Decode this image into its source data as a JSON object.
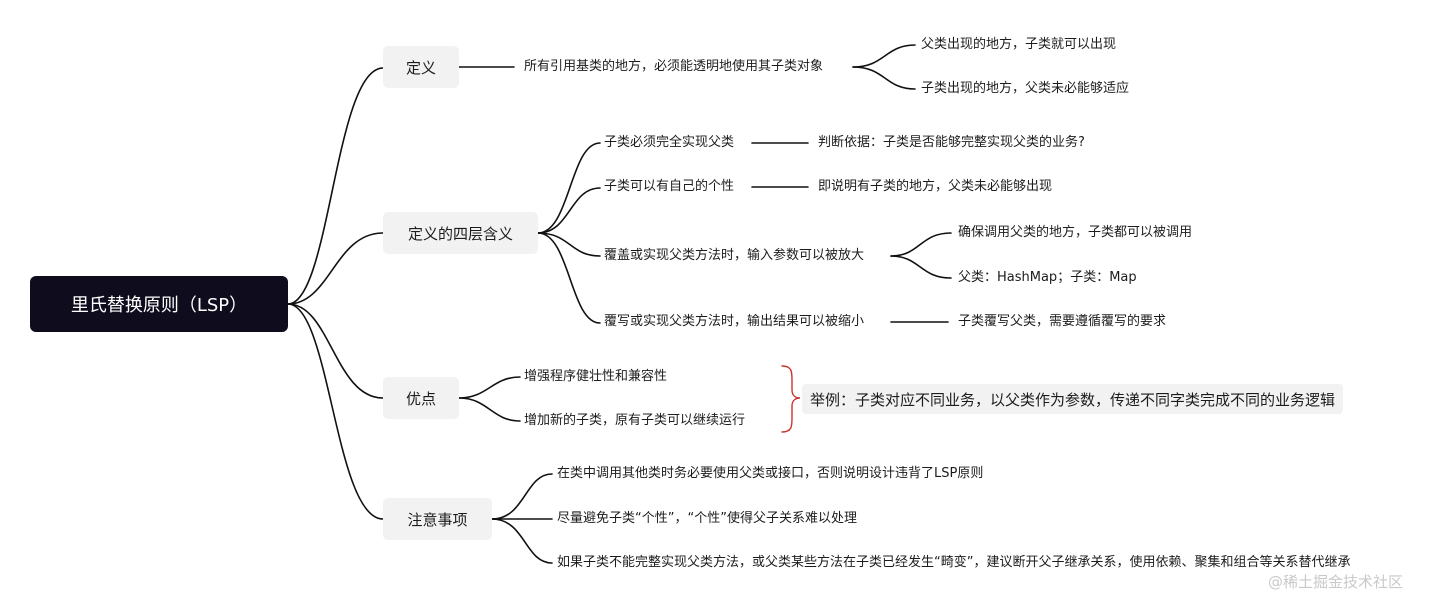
{
  "root": {
    "label": "里氏替换原则（LSP）"
  },
  "topics": {
    "definition": {
      "label": "定义",
      "item": "所有引用基类的地方，必须能透明地使用其子类对象",
      "sub": [
        "父类出现的地方，子类就可以出现",
        "子类出现的地方，父类未必能够适应"
      ]
    },
    "meanings": {
      "label": "定义的四层含义",
      "items": [
        {
          "label": "子类必须完全实现父类",
          "sub": [
            "判断依据：子类是否能够完整实现父类的业务?"
          ]
        },
        {
          "label": "子类可以有自己的个性",
          "sub": [
            "即说明有子类的地方，父类未必能够出现"
          ]
        },
        {
          "label": "覆盖或实现父类方法时，输入参数可以被放大",
          "sub": [
            "确保调用父类的地方，子类都可以被调用",
            "父类：HashMap；子类：Map"
          ]
        },
        {
          "label": "覆写或实现父类方法时，输出结果可以被缩小",
          "sub": [
            "子类覆写父类，需要遵循覆写的要求"
          ]
        }
      ]
    },
    "advantages": {
      "label": "优点",
      "items": [
        "增强程序健壮性和兼容性",
        "增加新的子类，原有子类可以继续运行"
      ],
      "summary": "举例：子类对应不同业务，以父类作为参数，传递不同字类完成不同的业务逻辑"
    },
    "notes": {
      "label": "注意事项",
      "items": [
        "在类中调用其他类时务必要使用父类或接口，否则说明设计违背了LSP原则",
        "尽量避免子类“个性”，“个性”使得父子关系难以处理",
        "如果子类不能完整实现父类方法，或父类某些方法在子类已经发生“畸变”，建议断开父子继承关系，使用依赖、聚集和组合等关系替代继承"
      ]
    }
  },
  "watermark": "@稀土掘金技术社区",
  "colors": {
    "root_bg": "#0f0c1d",
    "topic_bg": "#f2f2f3",
    "line": "#111111",
    "brace": "#c8362f"
  }
}
